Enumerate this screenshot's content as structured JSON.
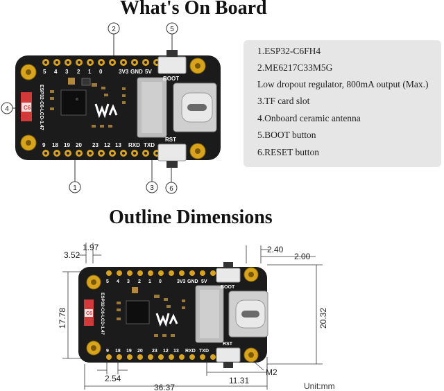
{
  "titles": {
    "on_board": "What's On Board",
    "dimensions": "Outline Dimensions"
  },
  "board": {
    "model_label": "ESP32-C6-LCD-1.47",
    "c6_label": "C6",
    "top_pins": [
      "5",
      "4",
      "3",
      "2",
      "1",
      "0",
      "3V3",
      "GND",
      "5V"
    ],
    "bottom_pins": [
      "9",
      "18",
      "19",
      "20",
      "23",
      "12",
      "13",
      "RXD",
      "TXD"
    ],
    "boot_label": "BOOT",
    "rst_label": "RST"
  },
  "callouts": [
    "1",
    "2",
    "3",
    "4",
    "5",
    "6"
  ],
  "legend": [
    "1.ESP32-C6FH4",
    "2.ME6217C33M5G",
    "Low dropout regulator, 800mA output (Max.)",
    "3.TF card slot",
    "4.Onboard ceramic antenna",
    "5.BOOT button",
    "6.RESET button"
  ],
  "dimensions": {
    "left_top_a": "3.52",
    "left_top_b": "1.97",
    "right_top_a": "2.40",
    "right_top_b": "2.00",
    "height_inner": "17.78",
    "height_outer": "20.32",
    "pitch": "2.54",
    "width": "36.37",
    "usb_width": "11.31",
    "mount": "M2",
    "unit": "Unit:mm"
  },
  "colors": {
    "pcb": "#1b1b1b",
    "gold": "#d9a31a",
    "silk": "#ffffff",
    "usb": "#c9c9c9",
    "antenna": "#d23a3a",
    "legend_bg": "#e6e6e6"
  }
}
